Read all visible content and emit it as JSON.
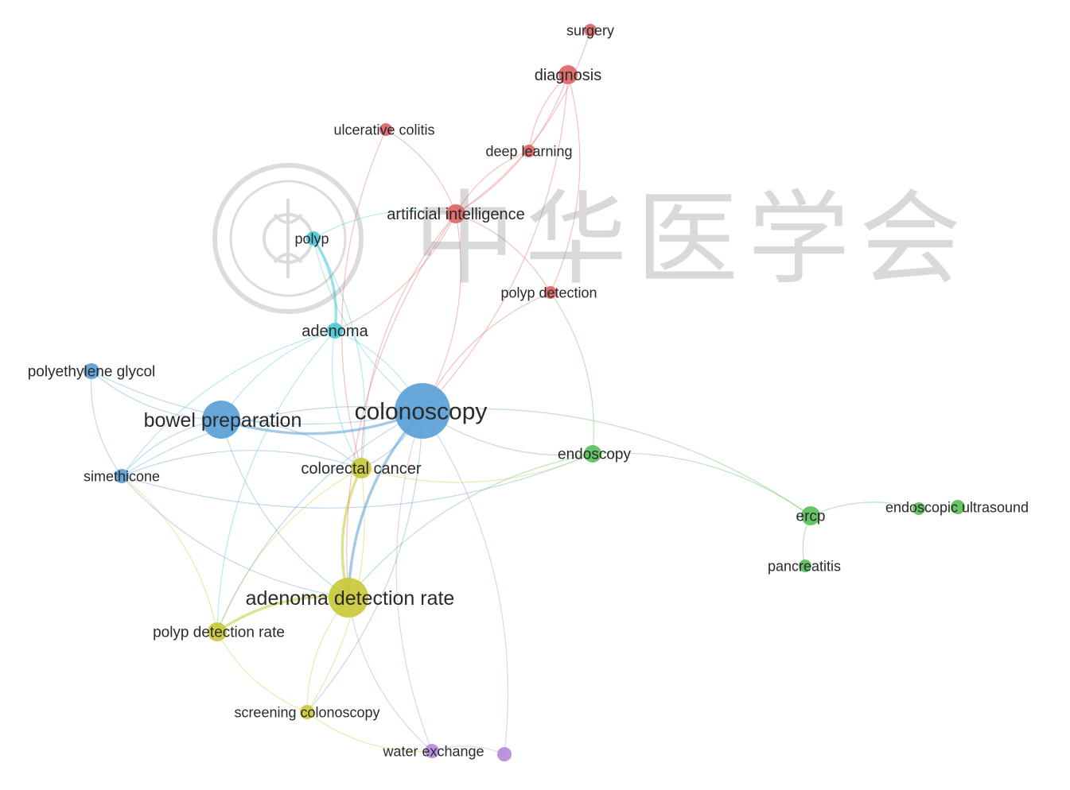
{
  "colors": {
    "red": "#e06666",
    "blue": "#5b9fd6",
    "cyan": "#4cc9d9",
    "yellow": "#c9c93a",
    "green": "#5cbf5c",
    "purple": "#b48bdc"
  },
  "watermark": {
    "text": "中华医学会",
    "emblem": "society-seal-icon"
  },
  "nodes": [
    {
      "id": "surgery",
      "label": "surgery",
      "cluster": "red"
    },
    {
      "id": "diagnosis",
      "label": "diagnosis",
      "cluster": "red"
    },
    {
      "id": "ulcerative_colitis",
      "label": "ulcerative colitis",
      "cluster": "red"
    },
    {
      "id": "deep_learning",
      "label": "deep learning",
      "cluster": "red"
    },
    {
      "id": "artificial_intelligence",
      "label": "artificial intelligence",
      "cluster": "red"
    },
    {
      "id": "polyp_detection",
      "label": "polyp detection",
      "cluster": "red"
    },
    {
      "id": "polyp",
      "label": "polyp",
      "cluster": "cyan"
    },
    {
      "id": "adenoma",
      "label": "adenoma",
      "cluster": "cyan"
    },
    {
      "id": "polyethylene_glycol",
      "label": "polyethylene glycol",
      "cluster": "blue"
    },
    {
      "id": "bowel_preparation",
      "label": "bowel preparation",
      "cluster": "blue"
    },
    {
      "id": "colonoscopy",
      "label": "colonoscopy",
      "cluster": "blue"
    },
    {
      "id": "simethicone",
      "label": "simethicone",
      "cluster": "blue"
    },
    {
      "id": "colorectal_cancer",
      "label": "colorectal cancer",
      "cluster": "yellow"
    },
    {
      "id": "adenoma_detection_rate",
      "label": "adenoma detection rate",
      "cluster": "yellow"
    },
    {
      "id": "polyp_detection_rate",
      "label": "polyp detection rate",
      "cluster": "yellow"
    },
    {
      "id": "screening_colonoscopy",
      "label": "screening colonoscopy",
      "cluster": "yellow"
    },
    {
      "id": "endoscopy",
      "label": "endoscopy",
      "cluster": "green"
    },
    {
      "id": "ercp",
      "label": "ercp",
      "cluster": "green"
    },
    {
      "id": "pancreatitis",
      "label": "pancreatitis",
      "cluster": "green"
    },
    {
      "id": "endoscopic_ultrasound",
      "label": "endoscopic ultrasound",
      "cluster": "green"
    },
    {
      "id": "eus_extra",
      "label": "",
      "cluster": "green"
    },
    {
      "id": "water_exchange",
      "label": "water exchange",
      "cluster": "purple"
    },
    {
      "id": "water_extra",
      "label": "",
      "cluster": "purple"
    }
  ],
  "edges": [
    [
      "colonoscopy",
      "bowel_preparation",
      "blue"
    ],
    [
      "colonoscopy",
      "bowel_preparation",
      "blue"
    ],
    [
      "colonoscopy",
      "polyethylene_glycol",
      "blue"
    ],
    [
      "colonoscopy",
      "simethicone",
      "blue"
    ],
    [
      "colonoscopy",
      "colorectal_cancer",
      "blue"
    ],
    [
      "colonoscopy",
      "adenoma_detection_rate",
      "blue"
    ],
    [
      "colonoscopy",
      "adenoma_detection_rate",
      "blue"
    ],
    [
      "colonoscopy",
      "polyp_detection_rate",
      "blue"
    ],
    [
      "colonoscopy",
      "screening_colonoscopy",
      "blue"
    ],
    [
      "colonoscopy",
      "water_exchange",
      "purple"
    ],
    [
      "colonoscopy",
      "water_extra",
      "purple"
    ],
    [
      "colonoscopy",
      "endoscopy",
      "green"
    ],
    [
      "colonoscopy",
      "ercp",
      "green"
    ],
    [
      "colonoscopy",
      "adenoma",
      "cyan"
    ],
    [
      "colonoscopy",
      "polyp",
      "cyan"
    ],
    [
      "colonoscopy",
      "artificial_intelligence",
      "red"
    ],
    [
      "colonoscopy",
      "polyp_detection",
      "red"
    ],
    [
      "colonoscopy",
      "diagnosis",
      "red"
    ],
    [
      "bowel_preparation",
      "polyethylene_glycol",
      "blue"
    ],
    [
      "bowel_preparation",
      "simethicone",
      "blue"
    ],
    [
      "bowel_preparation",
      "colorectal_cancer",
      "blue"
    ],
    [
      "bowel_preparation",
      "adenoma_detection_rate",
      "blue"
    ],
    [
      "bowel_preparation",
      "adenoma",
      "cyan"
    ],
    [
      "polyethylene_glycol",
      "simethicone",
      "blue"
    ],
    [
      "simethicone",
      "colorectal_cancer",
      "blue"
    ],
    [
      "simethicone",
      "adenoma_detection_rate",
      "blue"
    ],
    [
      "simethicone",
      "polyp_detection_rate",
      "yellow"
    ],
    [
      "simethicone",
      "endoscopy",
      "blue"
    ],
    [
      "simethicone",
      "adenoma",
      "cyan"
    ],
    [
      "colorectal_cancer",
      "adenoma_detection_rate",
      "yellow"
    ],
    [
      "colorectal_cancer",
      "adenoma_detection_rate",
      "yellow"
    ],
    [
      "colorectal_cancer",
      "polyp_detection_rate",
      "yellow"
    ],
    [
      "colorectal_cancer",
      "screening_colonoscopy",
      "yellow"
    ],
    [
      "colorectal_cancer",
      "endoscopy",
      "yellow"
    ],
    [
      "colorectal_cancer",
      "artificial_intelligence",
      "red"
    ],
    [
      "colorectal_cancer",
      "polyp",
      "cyan"
    ],
    [
      "colorectal_cancer",
      "adenoma",
      "cyan"
    ],
    [
      "adenoma_detection_rate",
      "polyp_detection_rate",
      "yellow"
    ],
    [
      "adenoma_detection_rate",
      "polyp_detection_rate",
      "yellow"
    ],
    [
      "adenoma_detection_rate",
      "screening_colonoscopy",
      "yellow"
    ],
    [
      "adenoma_detection_rate",
      "artificial_intelligence",
      "red"
    ],
    [
      "adenoma_detection_rate",
      "water_exchange",
      "purple"
    ],
    [
      "adenoma_detection_rate",
      "endoscopy",
      "green"
    ],
    [
      "polyp_detection_rate",
      "screening_colonoscopy",
      "yellow"
    ],
    [
      "polyp_detection_rate",
      "adenoma",
      "cyan"
    ],
    [
      "screening_colonoscopy",
      "water_exchange",
      "yellow"
    ],
    [
      "water_exchange",
      "water_extra",
      "purple"
    ],
    [
      "adenoma",
      "polyp",
      "cyan"
    ],
    [
      "adenoma",
      "polyp",
      "cyan"
    ],
    [
      "adenoma",
      "artificial_intelligence",
      "red"
    ],
    [
      "polyp",
      "artificial_intelligence",
      "cyan"
    ],
    [
      "artificial_intelligence",
      "diagnosis",
      "red"
    ],
    [
      "artificial_intelligence",
      "deep_learning",
      "red"
    ],
    [
      "artificial_intelligence",
      "ulcerative_colitis",
      "red"
    ],
    [
      "artificial_intelligence",
      "polyp_detection",
      "red"
    ],
    [
      "artificial_intelligence",
      "surgery",
      "red"
    ],
    [
      "deep_learning",
      "diagnosis",
      "red"
    ],
    [
      "polyp_detection",
      "diagnosis",
      "red"
    ],
    [
      "polyp_detection",
      "endoscopy",
      "green"
    ],
    [
      "ulcerative_colitis",
      "colorectal_cancer",
      "red"
    ],
    [
      "endoscopy",
      "ercp",
      "green"
    ],
    [
      "ercp",
      "pancreatitis",
      "green"
    ],
    [
      "ercp",
      "endoscopic_ultrasound",
      "green"
    ],
    [
      "endoscopic_ultrasound",
      "eus_extra",
      "green"
    ]
  ]
}
